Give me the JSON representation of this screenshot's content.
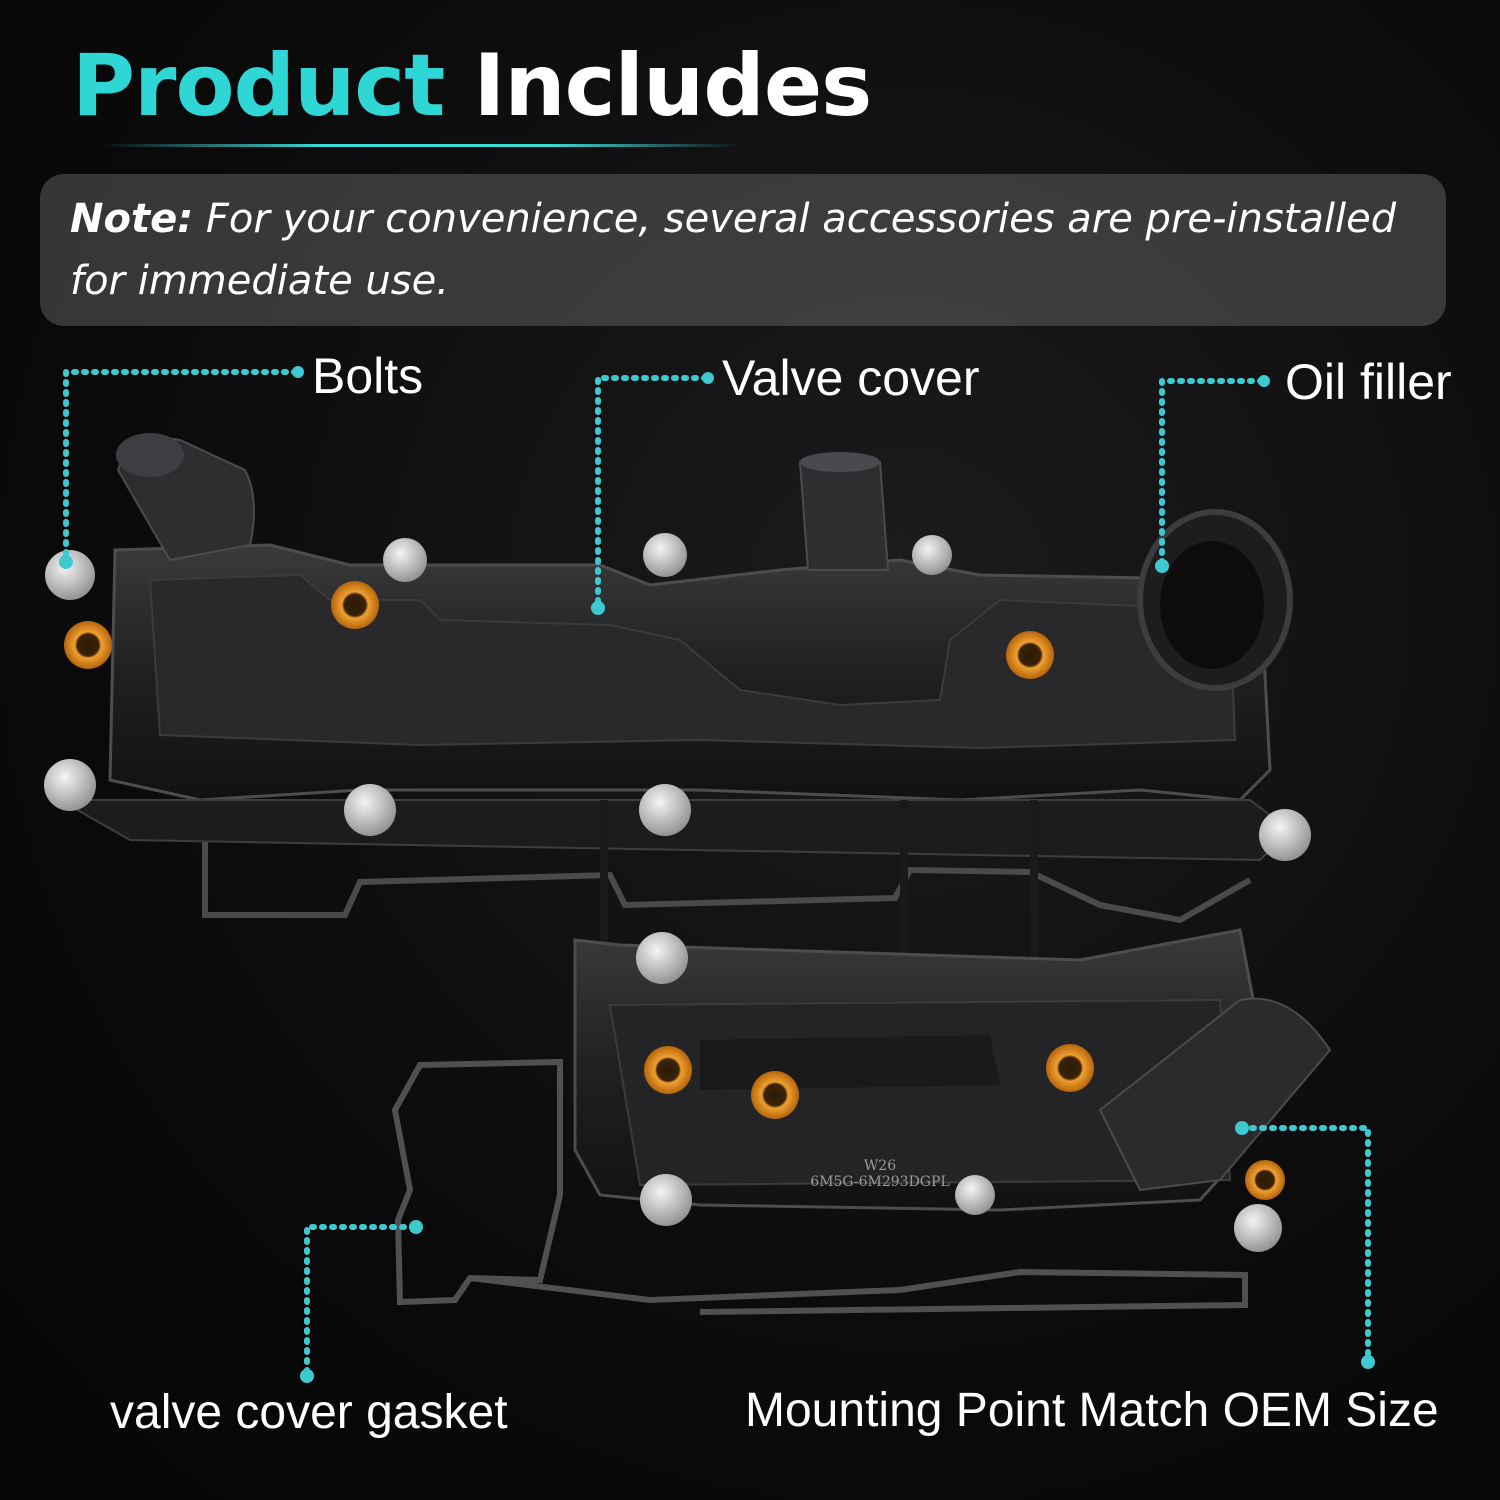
{
  "title": {
    "part1": "Product",
    "part2": "Includes"
  },
  "note": {
    "lead": "Note:",
    "text": "For your convenience, several accessories are pre-installed for immediate use."
  },
  "labels": {
    "bolts": "Bolts",
    "valve_cover": "Valve cover",
    "oil_filler": "Oil filler",
    "gasket": "valve cover gasket",
    "mounting": "Mounting Point Match OEM Size"
  },
  "part_marking": {
    "line1": "W26",
    "line2": "6M5G-6M293DGPL"
  },
  "colors": {
    "accent": "#2fd6d6",
    "leader": "#3ec9d0",
    "plastic": "#232325",
    "grommet": "#e8901a"
  }
}
